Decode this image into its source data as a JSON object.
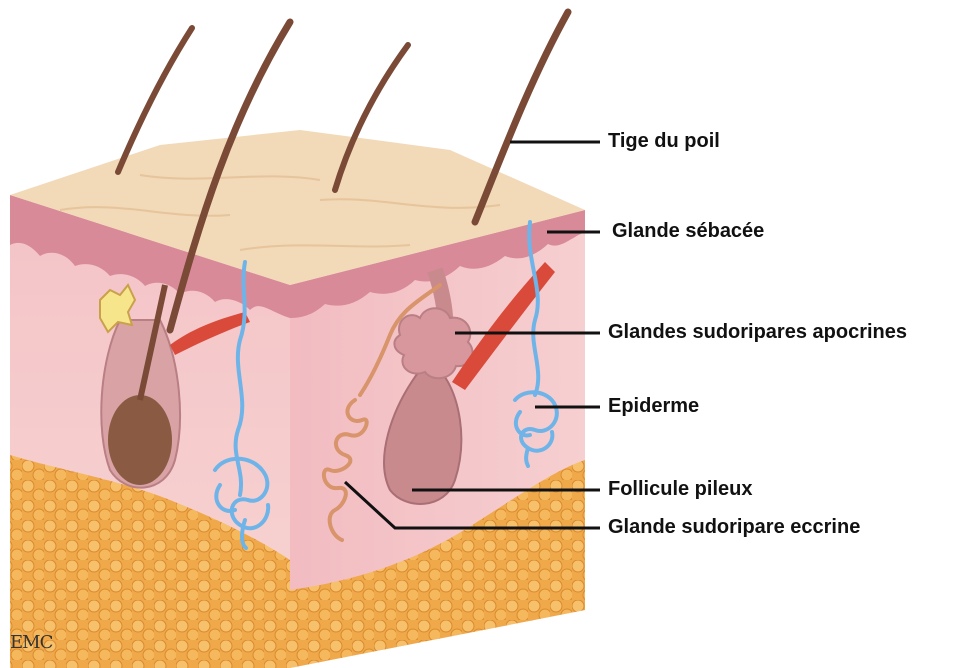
{
  "labels": {
    "tige": "Tige du poil",
    "sebacee": "Glande sébacée",
    "apocrines": "Glandes sudoripares apocrines",
    "epiderme": "Epiderme",
    "follicule": "Follicule pileux",
    "eccrine": "Glande sudoripare eccrine"
  },
  "logo": "EMC",
  "colors": {
    "surface": "#f2d9b8",
    "epidermis": "#d98a98",
    "dermis": "#f5c3c8",
    "dermis_side": "#efb7bd",
    "fat": "#f0a94a",
    "hair": "#7a4a36",
    "sweat_duct": "#6fb4e8",
    "muscle": "#d94a3a",
    "follicle": "#c98a8e"
  }
}
